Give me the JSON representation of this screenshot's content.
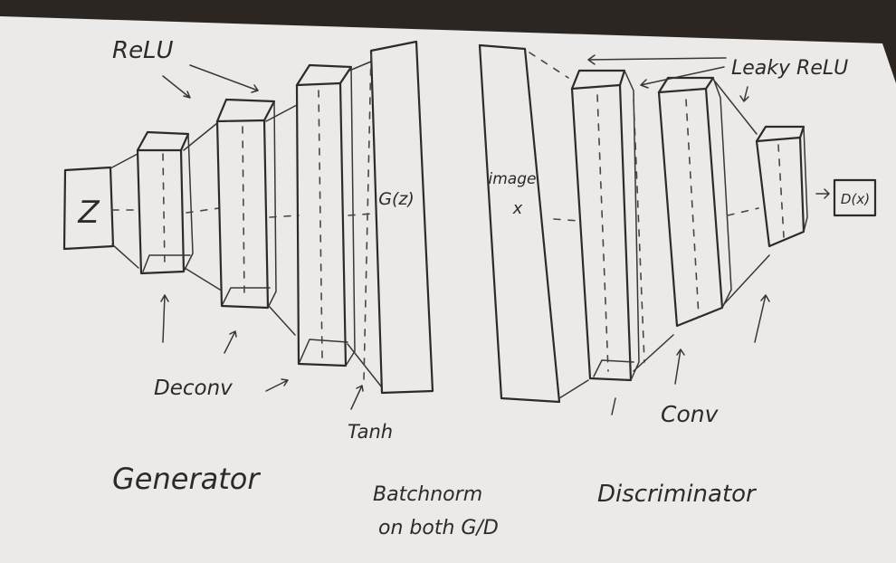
{
  "labels": {
    "relu": "ReLU",
    "leaky_relu": "Leaky ReLU",
    "z": "Z",
    "g_of_z": "G(z)",
    "image": "image",
    "x": "x",
    "d_of_x": "D(x)",
    "deconv": "Deconv",
    "tanh": "Tanh",
    "conv": "Conv",
    "generator": "Generator",
    "batchnorm_line1": "Batchnorm",
    "batchnorm_line2": "on both G/D",
    "discriminator": "Discriminator"
  },
  "colors": {
    "paper": "#ecebea",
    "ink": "#2d2a2a",
    "background": "#2b2622"
  }
}
